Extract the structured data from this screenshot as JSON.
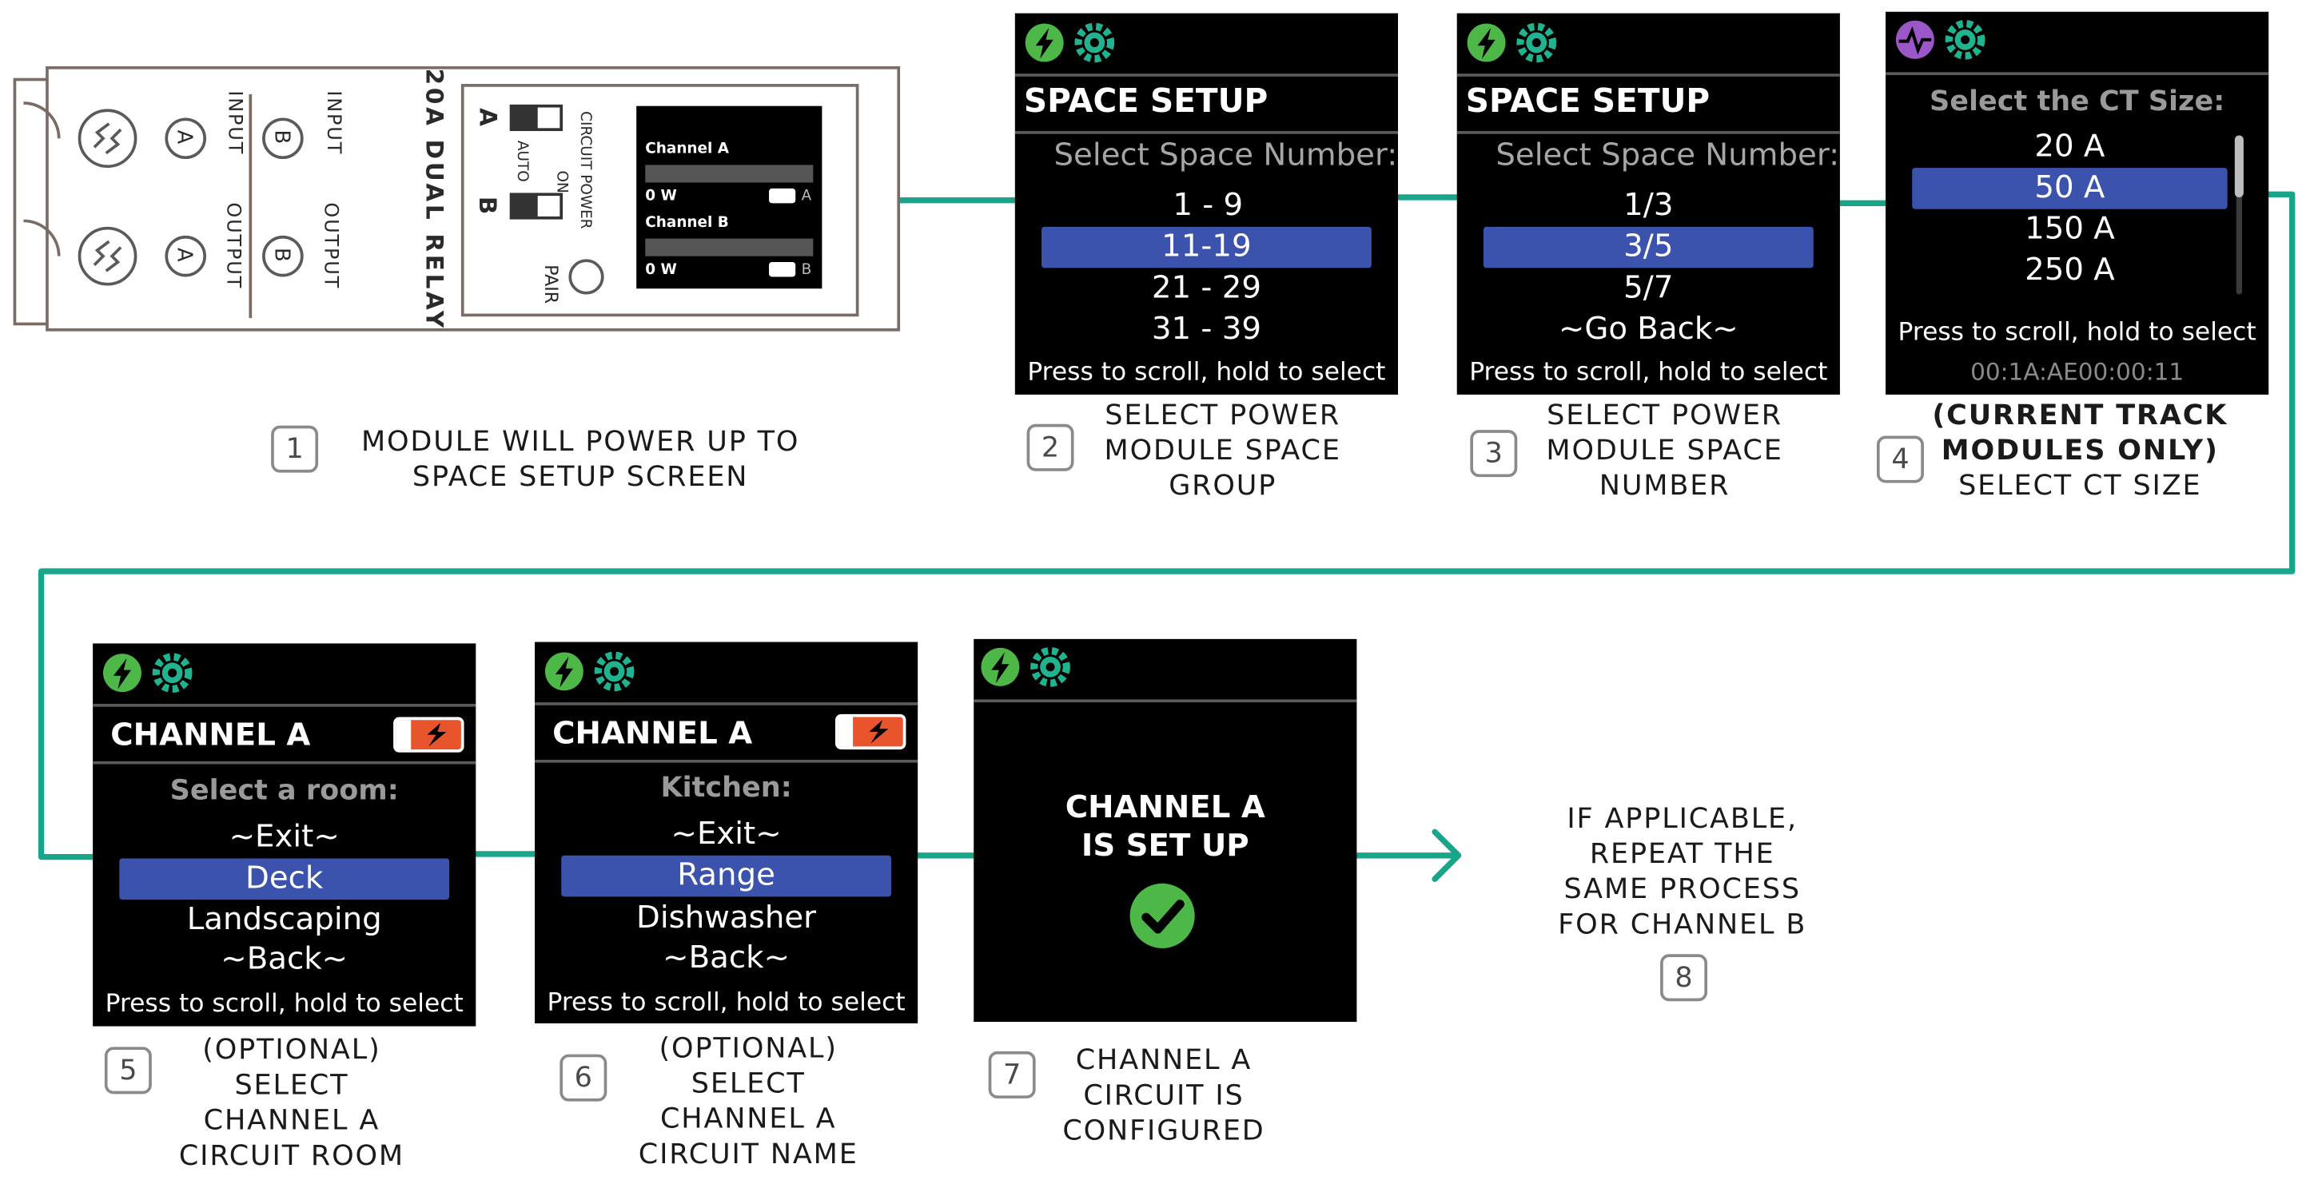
{
  "colors": {
    "arrow": "#19a58a",
    "selection": "#3b53ad",
    "screen_bg": "#000000",
    "power_icon": "#4db848",
    "gear_icon": "#21b38f",
    "pulse_icon": "#9b57c7",
    "battery": "#e8542b",
    "check": "#4db848"
  },
  "device": {
    "model": "20A DUAL RELAY",
    "circuit_power": "CIRCUIT POWER",
    "on": "ON",
    "auto": "AUTO",
    "pair": "PAIR",
    "switch_a": "A",
    "switch_b": "B",
    "port_labels": {
      "input_a": "INPUT",
      "output_a": "OUTPUT",
      "input_b": "INPUT",
      "output_b": "OUTPUT",
      "a": "A",
      "b": "B"
    },
    "mini_screen": {
      "channel_a": "Channel A",
      "watts_a": "0 W",
      "tag_a": "A",
      "channel_b": "Channel B",
      "watts_b": "0 W",
      "tag_b": "B"
    }
  },
  "steps": [
    {
      "number": "1",
      "caption_lines": [
        "MODULE WILL POWER UP TO",
        "SPACE SETUP SCREEN"
      ]
    },
    {
      "number": "2",
      "caption_lines": [
        "SELECT POWER",
        "MODULE SPACE",
        "GROUP"
      ],
      "screen": {
        "icons": [
          "power-icon",
          "gear-icon"
        ],
        "title": "SPACE SETUP",
        "prompt": "Select Space Number:",
        "options": [
          "1 - 9",
          "11-19",
          "21 - 29",
          "31 - 39"
        ],
        "selected_index": 1,
        "footer": "Press to scroll, hold to select"
      }
    },
    {
      "number": "3",
      "caption_lines": [
        "SELECT POWER",
        "MODULE SPACE",
        "NUMBER"
      ],
      "screen": {
        "icons": [
          "power-icon",
          "gear-icon"
        ],
        "title": "SPACE SETUP",
        "prompt": "Select Space Number:",
        "options": [
          "1/3",
          "3/5",
          "5/7",
          "~Go Back~"
        ],
        "selected_index": 1,
        "footer": "Press to scroll, hold to select"
      }
    },
    {
      "number": "4",
      "caption_lines": [
        "(CURRENT TRACK",
        "MODULES ONLY)",
        "SELECT CT SIZE"
      ],
      "screen": {
        "icons": [
          "pulse-icon",
          "gear-icon"
        ],
        "prompt": "Select the CT Size:",
        "options": [
          "20 A",
          "50 A",
          "150 A",
          "250 A"
        ],
        "selected_index": 1,
        "footer": "Press to scroll, hold to select",
        "mac": "00:1A:AE00:00:11"
      }
    },
    {
      "number": "5",
      "caption_lines": [
        "(OPTIONAL)",
        "SELECT",
        "CHANNEL A",
        "CIRCUIT ROOM"
      ],
      "screen": {
        "icons": [
          "power-icon",
          "gear-icon"
        ],
        "title": "CHANNEL A",
        "prompt": "Select a room:",
        "options": [
          "~Exit~",
          "Deck",
          "Landscaping",
          "~Back~"
        ],
        "selected_index": 1,
        "footer": "Press to scroll, hold to select"
      }
    },
    {
      "number": "6",
      "caption_lines": [
        "(OPTIONAL)",
        "SELECT",
        "CHANNEL A",
        "CIRCUIT NAME"
      ],
      "screen": {
        "icons": [
          "power-icon",
          "gear-icon"
        ],
        "title": "CHANNEL A",
        "prompt": "Kitchen:",
        "options": [
          "~Exit~",
          "Range",
          "Dishwasher",
          "~Back~"
        ],
        "selected_index": 1,
        "footer": "Press to scroll, hold to select"
      }
    },
    {
      "number": "7",
      "caption_lines": [
        "CHANNEL A",
        "CIRCUIT IS",
        "CONFIGURED"
      ],
      "screen": {
        "icons": [
          "power-icon",
          "gear-icon"
        ],
        "message_lines": [
          "CHANNEL A",
          "IS SET UP"
        ]
      }
    },
    {
      "number": "8",
      "caption_lines": [
        "IF APPLICABLE,",
        "REPEAT THE",
        "SAME PROCESS",
        "FOR CHANNEL B"
      ]
    }
  ]
}
